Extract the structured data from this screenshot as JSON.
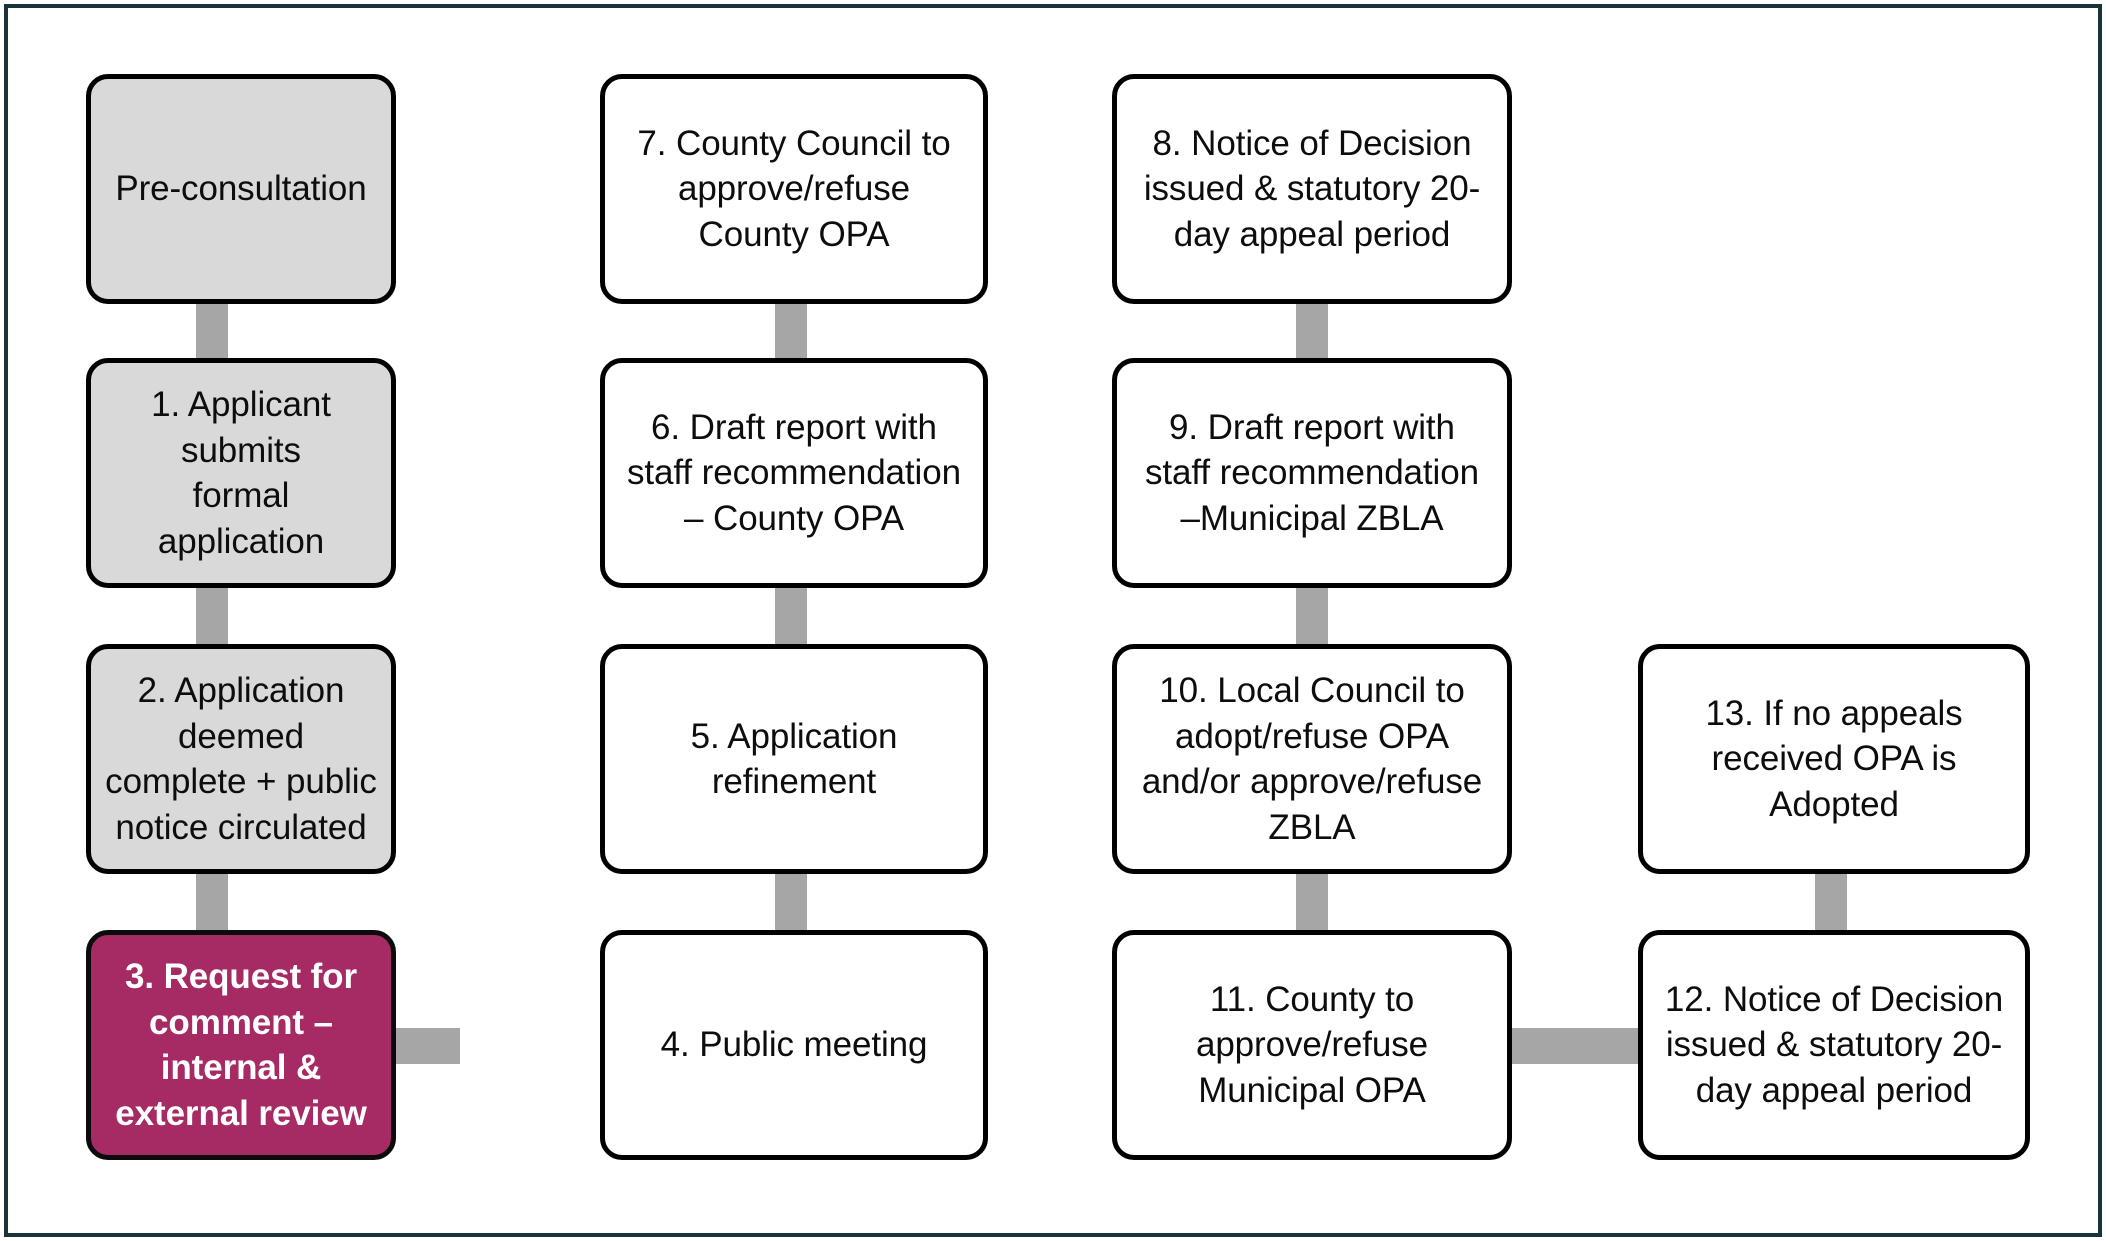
{
  "diagram": {
    "title": "Planning application process flowchart",
    "colors": {
      "frame": "#17343a",
      "node_border": "#000000",
      "node_fill_default": "#ffffff",
      "node_fill_muted": "#d9d9d9",
      "node_fill_accent": "#a62a63",
      "accent_text": "#ffffff",
      "connector": "#a6a6a6"
    },
    "nodes": [
      {
        "id": "pre-consultation",
        "label": "Pre-consultation"
      },
      {
        "id": "step-1",
        "label": "1. Applicant submits\nformal application"
      },
      {
        "id": "step-2",
        "label": "2. Application deemed\ncomplete + public\nnotice circulated"
      },
      {
        "id": "step-3",
        "label": "3. Request for\ncomment – internal &\nexternal review"
      },
      {
        "id": "step-4",
        "label": "4. Public meeting"
      },
      {
        "id": "step-5",
        "label": "5. Application\nrefinement"
      },
      {
        "id": "step-6",
        "label": "6. Draft report with\nstaff recommendation\n– County OPA"
      },
      {
        "id": "step-7",
        "label": "7. County Council to\napprove/refuse\nCounty OPA"
      },
      {
        "id": "step-8",
        "label": "8. Notice of Decision\nissued & statutory 20-\nday appeal period"
      },
      {
        "id": "step-9",
        "label": "9. Draft report with\nstaff recommendation\n–Municipal ZBLA"
      },
      {
        "id": "step-10",
        "label": "10. Local Council to\nadopt/refuse OPA\nand/or approve/refuse\nZBLA"
      },
      {
        "id": "step-11",
        "label": "11. County to\napprove/refuse\nMunicipal OPA"
      },
      {
        "id": "step-12",
        "label": "12. Notice of Decision\nissued & statutory 20-\nday appeal period"
      },
      {
        "id": "step-13",
        "label": "13. If no appeals\nreceived OPA is\nAdopted"
      }
    ]
  }
}
